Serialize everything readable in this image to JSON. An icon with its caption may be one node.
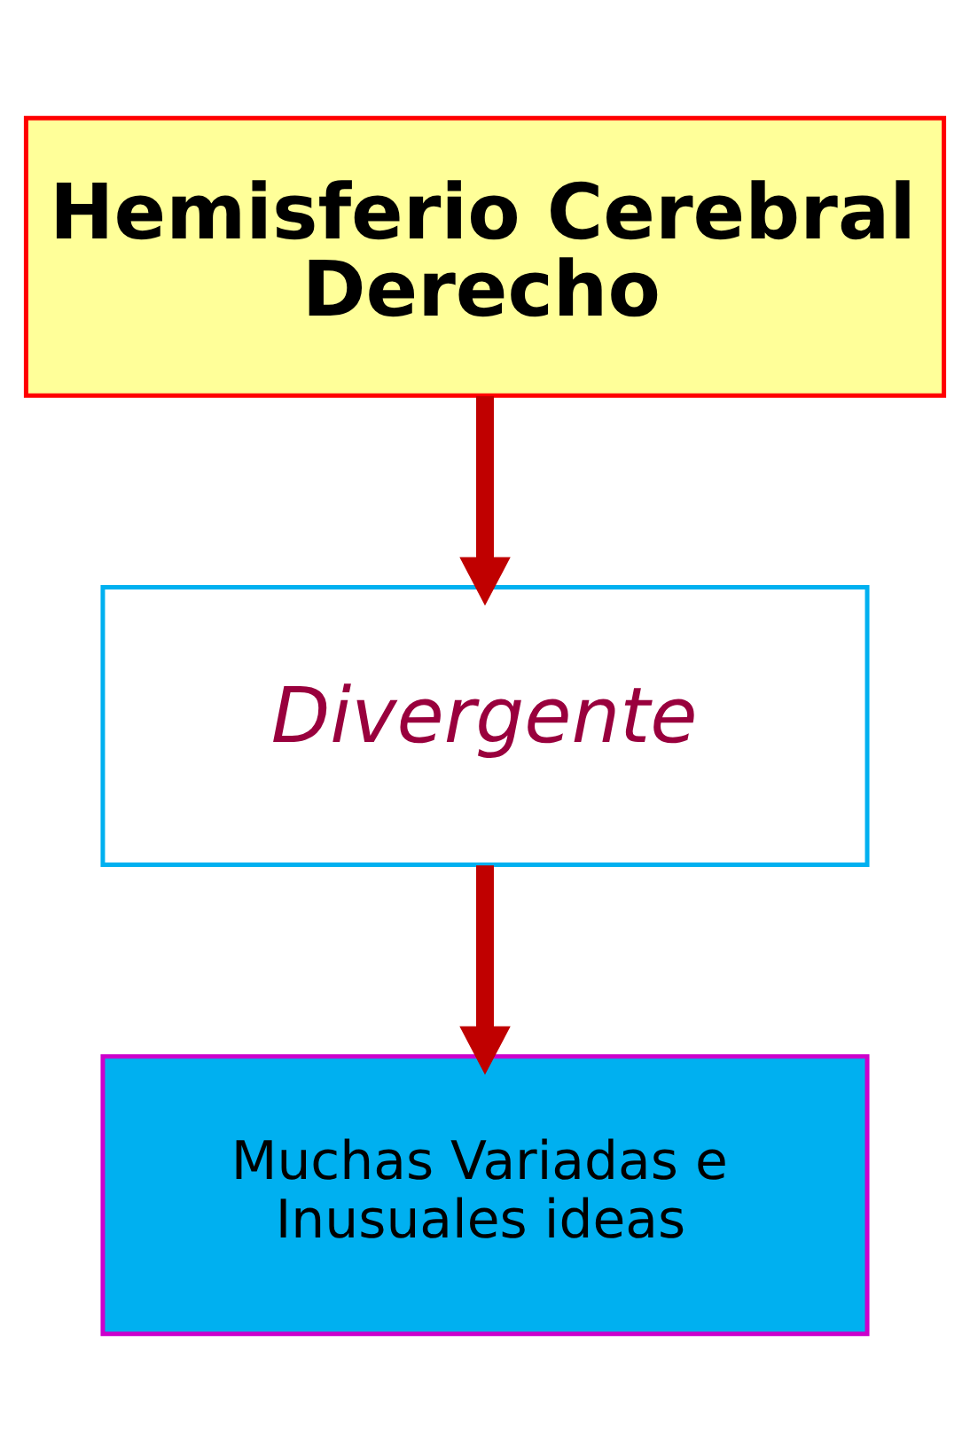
{
  "diagram": {
    "nodes": [
      {
        "text": [
          "Hemisferio Cerebral Derecho"
        ]
      },
      {
        "text": [
          "Divergente"
        ]
      },
      {
        "text": [
          "Muchas Variadas e Inusuales ideas"
        ]
      }
    ],
    "edges": [
      {
        "from": 0,
        "to": 1,
        "arrow": "to",
        "color": "#c00000"
      },
      {
        "from": 1,
        "to": 2,
        "arrow": "to",
        "color": "#c00000"
      }
    ]
  }
}
